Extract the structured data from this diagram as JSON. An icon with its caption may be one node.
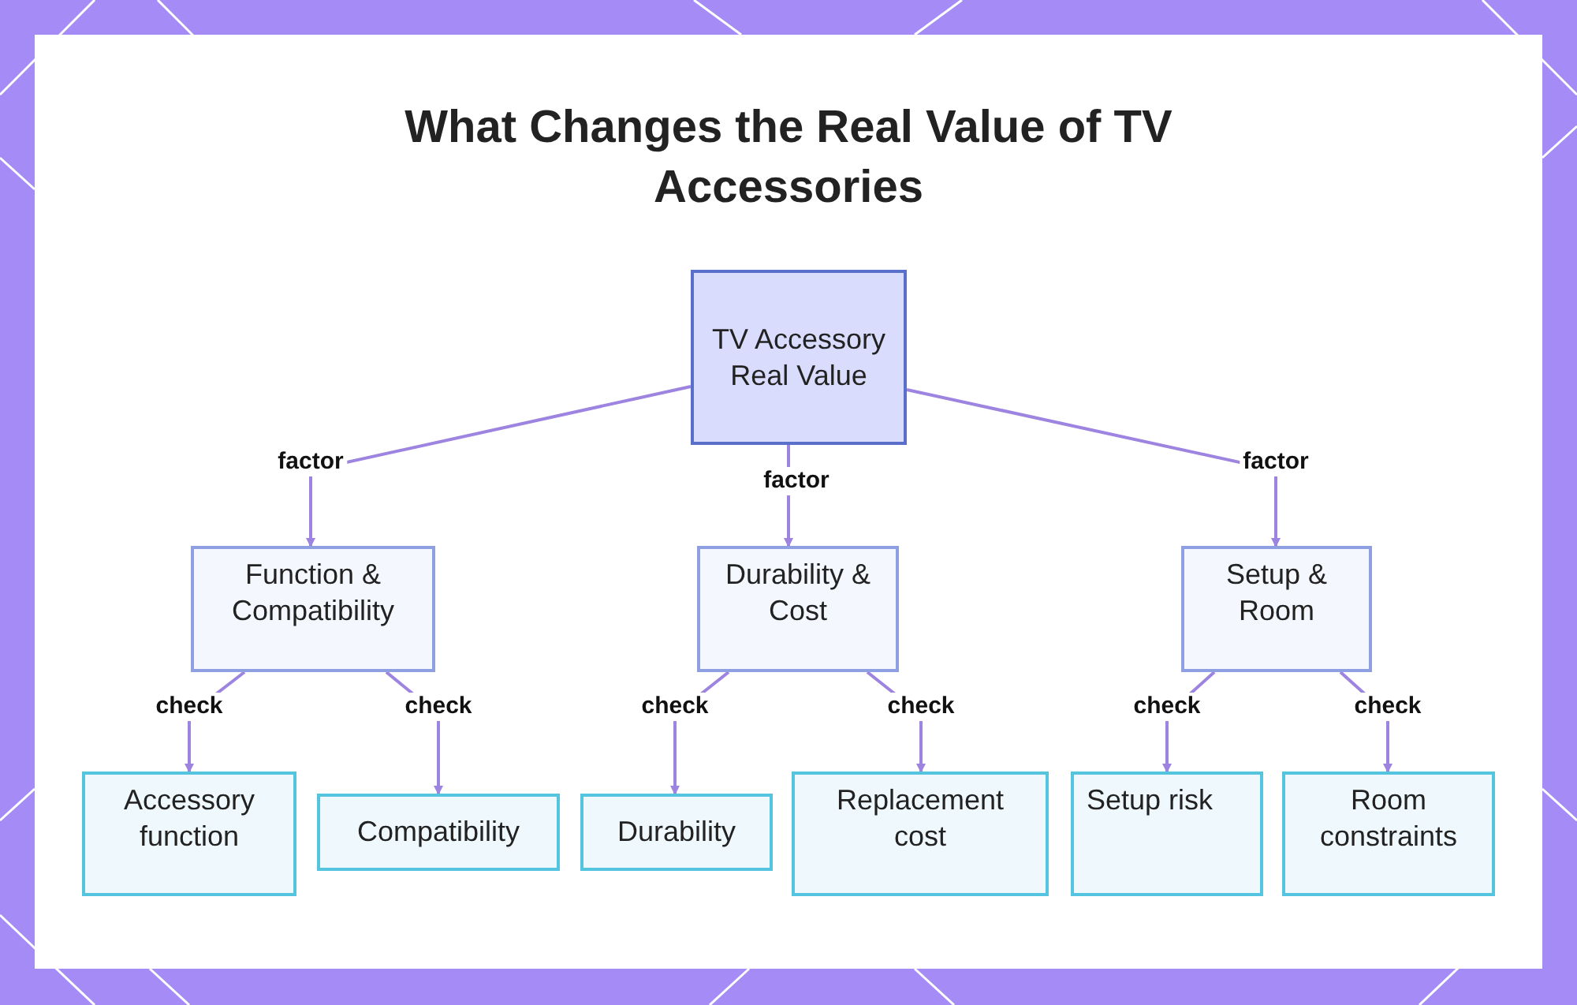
{
  "diagram": {
    "title": "What Changes the Real Value of TV Accessories",
    "nodes": [
      {
        "text": [
          "TV Accessory Real Value"
        ]
      },
      {
        "text": [
          "Function & Compatibility"
        ]
      },
      {
        "text": [
          "Durability & Cost"
        ]
      },
      {
        "text": [
          "Setup & Room"
        ]
      },
      {
        "text": [
          "Accessory function"
        ]
      },
      {
        "text": [
          "Compatibility"
        ]
      },
      {
        "text": [
          "Durability"
        ]
      },
      {
        "text": [
          "Replacement cost"
        ]
      },
      {
        "text": [
          "Setup risk"
        ]
      },
      {
        "text": [
          "Room constraints"
        ]
      }
    ],
    "edges": [
      {
        "from": 0,
        "to": 1,
        "arrow": "to",
        "label": "factor"
      },
      {
        "from": 0,
        "to": 2,
        "arrow": "to",
        "label": "factor"
      },
      {
        "from": 0,
        "to": 3,
        "arrow": "to",
        "label": "factor"
      },
      {
        "from": 1,
        "to": 4,
        "arrow": "to",
        "label": "check"
      },
      {
        "from": 1,
        "to": 5,
        "arrow": "to",
        "label": "check"
      },
      {
        "from": 2,
        "to": 6,
        "arrow": "to",
        "label": "check"
      },
      {
        "from": 2,
        "to": 7,
        "arrow": "to",
        "label": "check"
      },
      {
        "from": 3,
        "to": 8,
        "arrow": "to",
        "label": "check"
      },
      {
        "from": 3,
        "to": 9,
        "arrow": "to",
        "label": "check"
      }
    ]
  }
}
